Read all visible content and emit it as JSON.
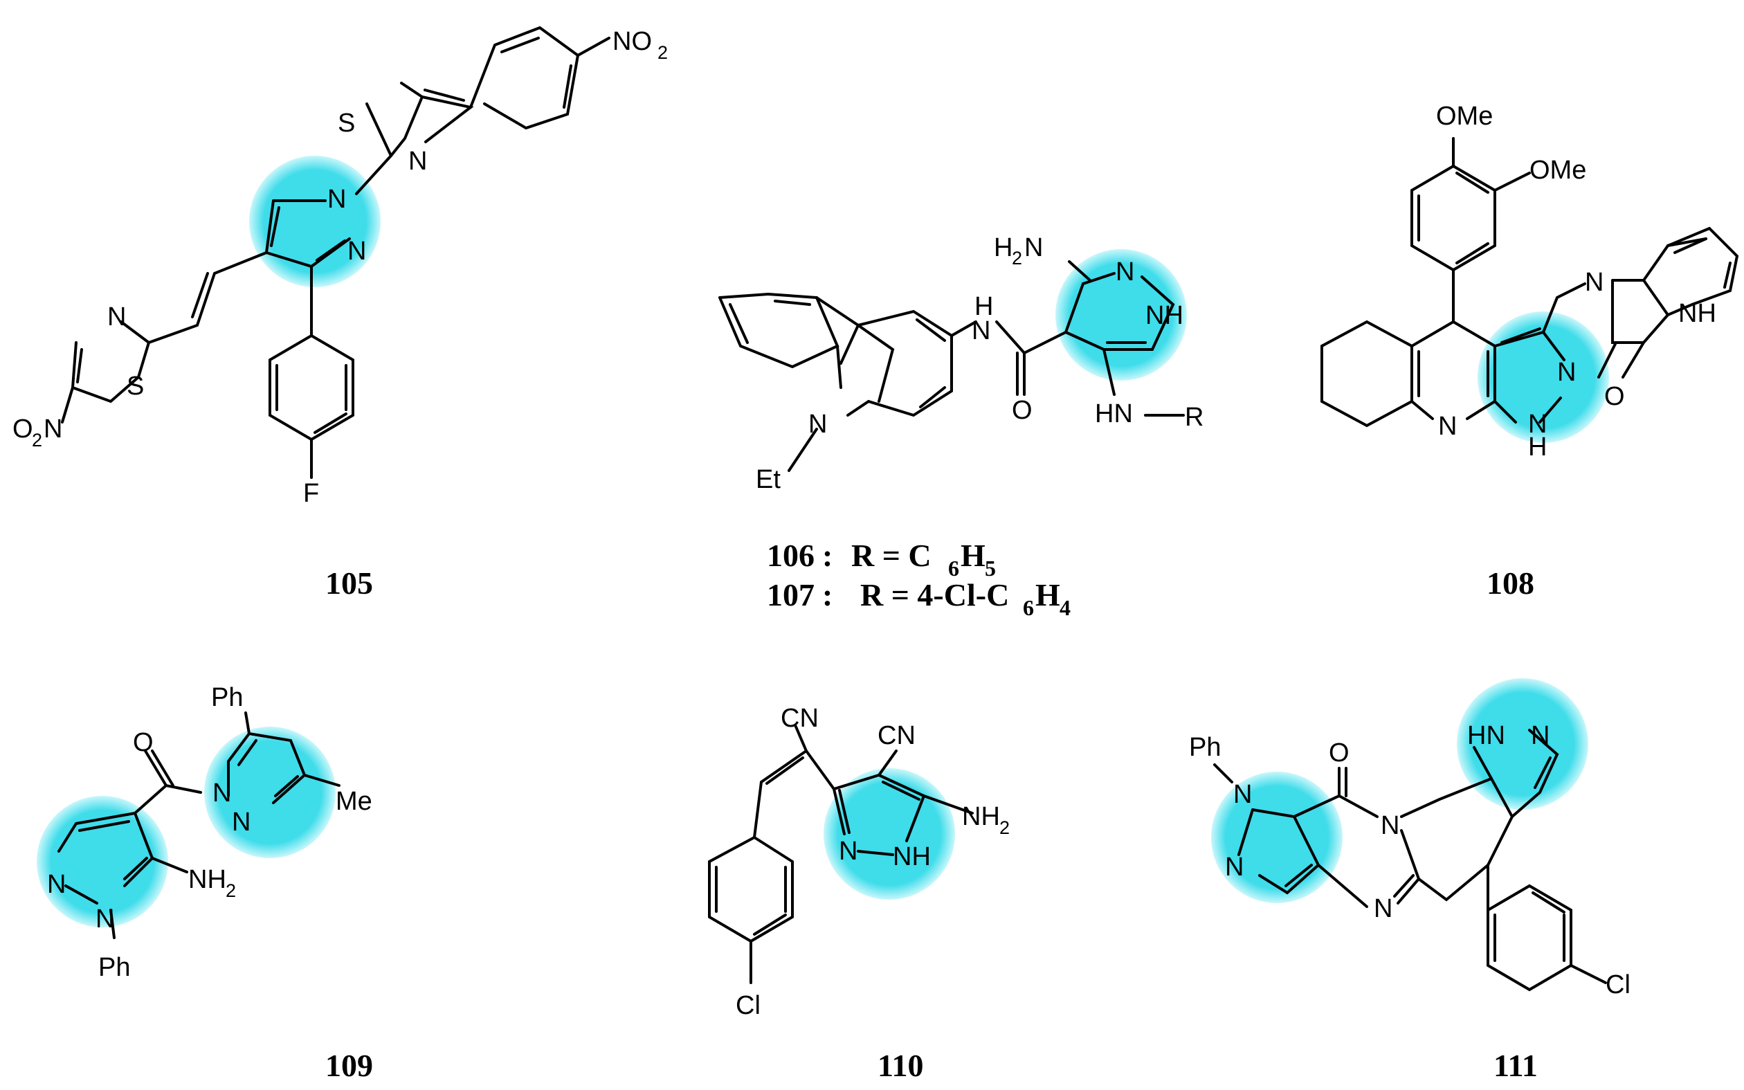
{
  "colors": {
    "highlight": "#3fdcea",
    "highlight_edge": "#c8f7fb",
    "bond": "#000000"
  },
  "compounds": {
    "c105": {
      "label": "105",
      "atoms": {
        "S1": "S",
        "N1": "N",
        "N2": "N",
        "N3": "N",
        "N4": "N",
        "S2": "S",
        "F": "F",
        "no2_top": "NO",
        "no2_top_sub": "2",
        "no2_left_o": "O",
        "no2_left_sub": "2",
        "no2_left_n": "N"
      }
    },
    "c106": {
      "label": "106",
      "r_text": "R = C",
      "sub1": "6",
      "mid": "H",
      "sub2": "5",
      "atoms": {
        "h2n_h": "H",
        "h2n_sub": "2",
        "h2n_n": "N",
        "n_eq": "N",
        "nh_ring": "NH",
        "amide_h": "H",
        "amide_n": "N",
        "amide_o": "O",
        "hn": "HN",
        "r": "R",
        "n_ring": "N",
        "et": "Et"
      }
    },
    "c107": {
      "label": "107",
      "r_text": "R = 4-Cl-C",
      "sub1": "6",
      "mid": "H",
      "sub2": "4"
    },
    "c108": {
      "label": "108",
      "atoms": {
        "ome1": "OMe",
        "ome2": "OMe",
        "n_imine": "N",
        "nh_indol": "NH",
        "o_indol": "O",
        "n_pyr": "N",
        "n_pz1": "N",
        "n_pz2": "N",
        "h_pz": "H"
      }
    },
    "c109": {
      "label": "109",
      "atoms": {
        "ph1": "Ph",
        "o": "O",
        "n1": "N",
        "n2": "N",
        "me": "Me",
        "n3": "N",
        "n4": "N",
        "nh2": "NH",
        "nh2_sub": "2",
        "ph2": "Ph"
      }
    },
    "c110": {
      "label": "110",
      "atoms": {
        "cn1": "CN",
        "cn2": "CN",
        "nh2": "NH",
        "nh2_sub": "2",
        "n1": "N",
        "nh": "NH",
        "cl": "Cl"
      }
    },
    "c111": {
      "label": "111",
      "atoms": {
        "ph": "Ph",
        "o": "O",
        "hn": "HN",
        "n_top": "N",
        "n1": "N",
        "n2": "N",
        "n_bridge": "N",
        "n_pyrim": "N",
        "cl": "Cl"
      }
    }
  }
}
